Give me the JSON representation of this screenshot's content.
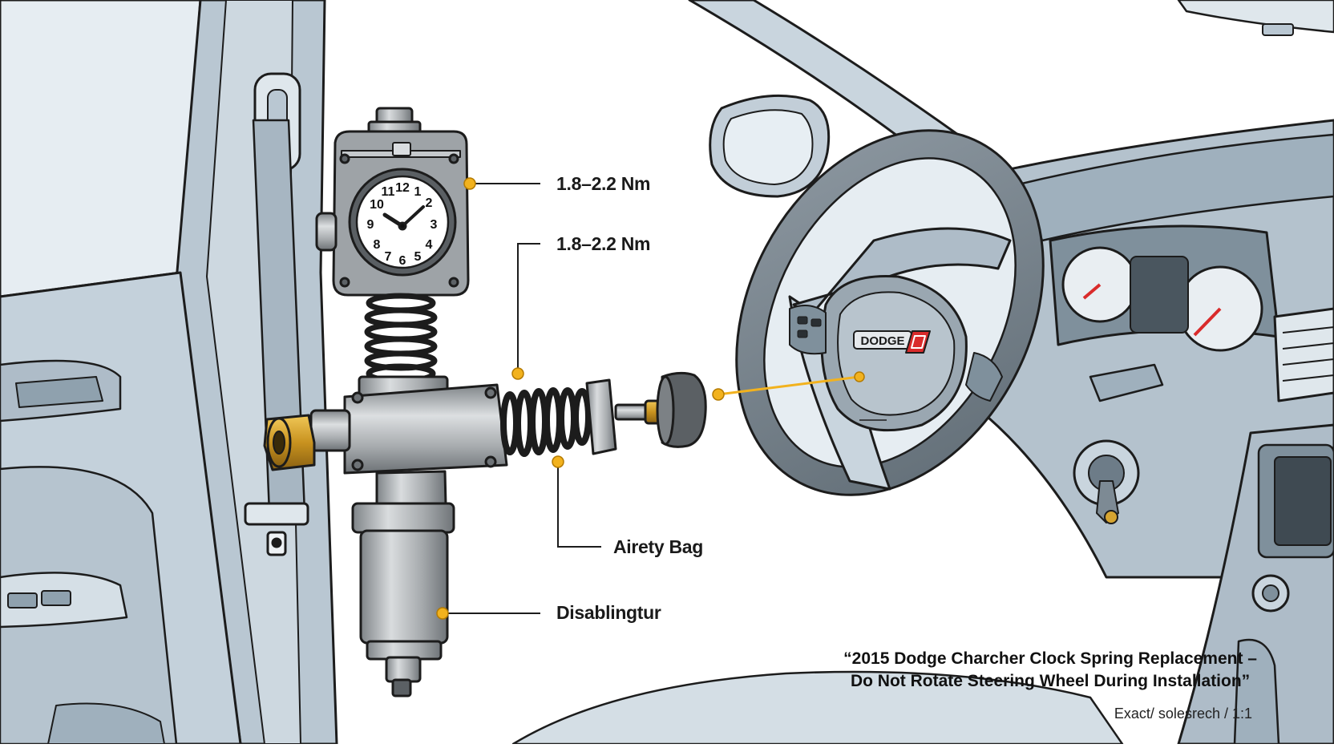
{
  "callouts": [
    {
      "id": "c1",
      "text": "1.8–2.2 Nm"
    },
    {
      "id": "c2",
      "text": "1.8–2.2 Nm"
    },
    {
      "id": "c3",
      "text": "Airety Bag"
    },
    {
      "id": "c4",
      "text": "Disablingtur"
    }
  ],
  "wheel_logo": "DODGE",
  "caption": {
    "line1": "“2015 Dodge Charcher Clock Spring Replacement –",
    "line2": "Do Not Rotate Steering Wheel During Installation”"
  },
  "scale_note": "Exact/ solesrech  /  1:1",
  "colors": {
    "outline": "#1c1c1c",
    "interior": "#c9d5de",
    "interior_dark": "#9fb0bd",
    "metal": "#a9adb0",
    "brass": "#d7a531",
    "callout": "#f2b21e",
    "accent_red": "#d92b2b"
  }
}
